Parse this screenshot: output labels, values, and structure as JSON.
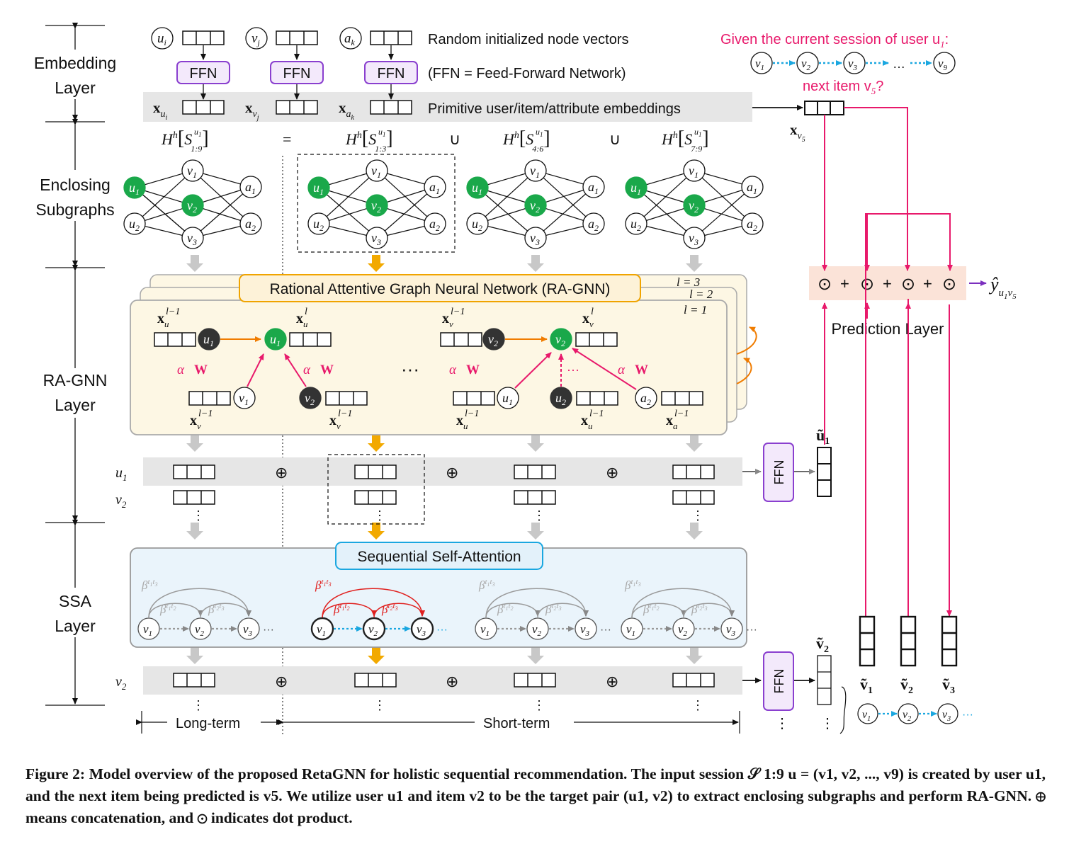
{
  "layers": {
    "embedding": "Embedding\nLayer",
    "enclosing": "Enclosing\nSubgraphs",
    "ragnn": "RA-GNN\nLayer",
    "ssa": "SSA\nLayer"
  },
  "embedding": {
    "node_labels": [
      "u",
      "v",
      "a"
    ],
    "node_subs": [
      "i",
      "j",
      "k"
    ],
    "ffn_label": "FFN",
    "x_label": "x",
    "random_init": "Random initialized node vectors",
    "ffn_note": "(FFN = Feed-Forward Network)",
    "primitive": "Primitive user/item/attribute embeddings"
  },
  "session": {
    "given": "Given the current session of user u",
    "given_sub": "1",
    "given_end": ":",
    "next_item": "next item v",
    "next_item_sub": "5",
    "next_item_end": "?",
    "ellipsis": "…",
    "x_v5": "x",
    "x_v5_sub": "v",
    "x_v5_subsub": "5"
  },
  "subgraph_eq": {
    "equals": "=",
    "union": "∪",
    "H": "H",
    "h": "h",
    "S": "S",
    "ranges": [
      "1:9",
      "1:3",
      "4:6",
      "7:9"
    ]
  },
  "ragnn": {
    "title": "Rational Attentive Graph Neural Network (RA-GNN)",
    "l3": "l = 3",
    "l2": "l = 2",
    "l1": "l = 1",
    "dots": "···",
    "vdots": "···"
  },
  "concat": {
    "u1": "u",
    "v2": "v",
    "oplus": "⊕",
    "vdots": "⋮",
    "ffn_label": "FFN",
    "u_tilde": "ũ",
    "u_tilde_sub": "1"
  },
  "ssa": {
    "title": "Sequential Self-Attention",
    "beta": "β",
    "ellipsis": "···"
  },
  "bottom": {
    "long_term": "Long-term",
    "short_term": "Short-term",
    "v_tilde": "ṽ",
    "v_tilde_sub": "2"
  },
  "prediction": {
    "label": "Prediction Layer",
    "op_dot": "⊙",
    "op_plus": "+",
    "y_hat": "ŷ",
    "y_sub": "u",
    "v_tilde_labels": [
      "ṽ",
      "ṽ",
      "ṽ"
    ],
    "v_tilde_subs": [
      "1",
      "2",
      "3"
    ]
  },
  "caption": {
    "text": "Figure 2: Model overview of the proposed RetaGNN for holistic sequential recommendation. The input session 𝒮 1:9 u = (v1, v2, ..., v9) is created by user u1, and the next item being predicted is v5. We utilize user u1 and item v2 to be the target pair (u1, v2) to extract enclosing subgraphs and perform RA-GNN. ⊕ means concatenation, and ⊙ indicates dot product."
  },
  "colors": {
    "green": "#1aa84a",
    "dark_node": "#333333",
    "pink": "#e8196b",
    "orange": "#f0a400",
    "purple": "#7b2fbe",
    "cyan": "#1aa7e0",
    "ragnn_bg": "#fdf7e4",
    "ssa_bg": "#eaf4fb",
    "gray_band": "#e6e6e6",
    "pred_bg": "#fbe3d8"
  }
}
